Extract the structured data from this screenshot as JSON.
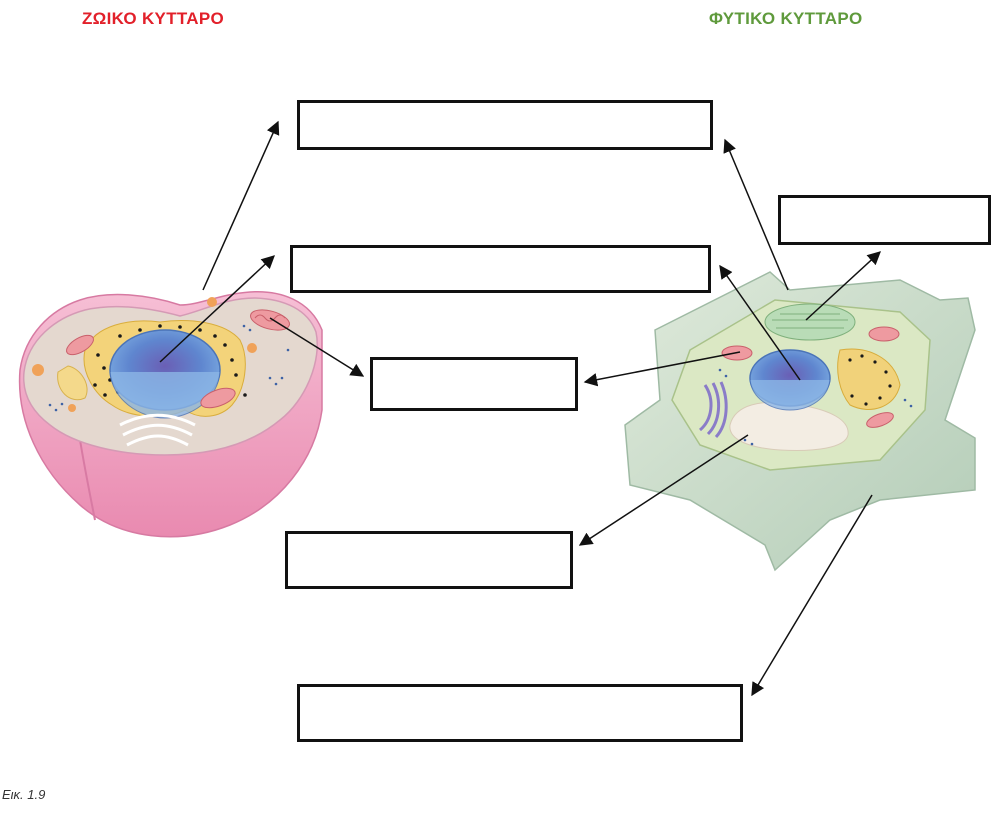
{
  "titles": {
    "animal": "ΖΩΙΚΟ ΚΥΤΤΑΡΟ",
    "plant": "ΦΥΤΙΚΟ ΚΥΤΤΑΡΟ"
  },
  "caption": "Εικ. 1.9",
  "label_boxes": [
    {
      "name": "label-box-1",
      "value": ""
    },
    {
      "name": "label-box-2",
      "value": ""
    },
    {
      "name": "label-box-3",
      "value": ""
    },
    {
      "name": "label-box-4",
      "value": ""
    },
    {
      "name": "label-box-5",
      "value": ""
    },
    {
      "name": "label-box-6",
      "value": ""
    }
  ],
  "colors": {
    "animal_title": "#e2202a",
    "plant_title": "#5f9a3c",
    "animal_membrane": "#f2a6c4",
    "plant_wall": "#c9dcc8",
    "nucleus": "#6f9ad6"
  }
}
